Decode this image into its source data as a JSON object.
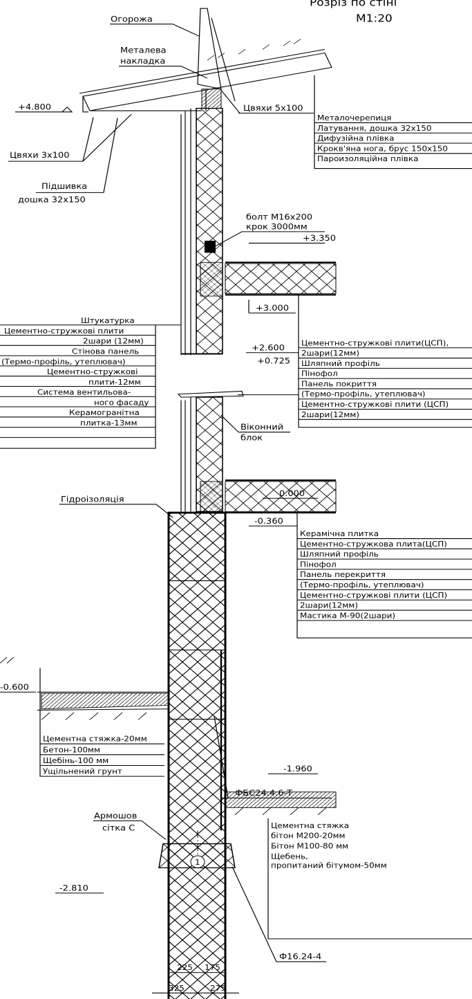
{
  "title": {
    "line1": "Розріз по стіні",
    "line2": "М1:20"
  },
  "roof_labels": {
    "fence": "Огорожа",
    "metal_cover_1": "Металева",
    "metal_cover_2": "накладка",
    "nails_5x100": "Цвяхи 5х100",
    "nails_3x100": "Цвяхи 3х100",
    "soffit_1": "Підшивка",
    "soffit_2": "дошка 32х150"
  },
  "levels": {
    "l4800": "+4.800",
    "l3350": "+3.350",
    "l3000": "+3.000",
    "l2600": "+2.600",
    "l0725": "+0.725",
    "l0000": "0.000",
    "lm0360": "-0.360",
    "lm0600": "-0.600",
    "lm1960": "-1.960",
    "lm2810": "-2.810"
  },
  "roof_layers": [
    "Металочерепиця",
    "Латування, дошка 32х150",
    "Дифузійна плівка",
    "Крокв'яна нога, брус 150х150",
    "Пароизоляційна плівка"
  ],
  "bolt": {
    "line1": "болт М16х200",
    "line2": "крок 3000мм"
  },
  "wall_layers": [
    "Штукатурка",
    "Цементно-стружкові плити",
    "2шари (12мм)",
    "Стінова панель",
    "(Термо-профіль, утеплювач)",
    "Цементно-стружкові",
    "плити-12мм",
    "Система вентильова-",
    "ного фасаду",
    "Керамогранітна",
    "плитка-13мм"
  ],
  "floor_layers_upper": [
    "Цементно-стружкові плити(ЦСП),",
    "2шари(12мм)",
    "Шляпний профіль",
    "Пінофол",
    "Панель покриття",
    "(Термо-профіль, утеплювач)",
    "Цементно-стружкові плити (ЦСП)",
    "2шари(12мм)"
  ],
  "window": {
    "line1": "Віконний",
    "line2": "блок"
  },
  "waterproofing": "Гідроізоляція",
  "floor_layers_ground": [
    "Керамічна плитка",
    "Цементно-стружкова плита(ЦСП)",
    "Шляпний профіль",
    "Пінофол",
    "Панель перекриття",
    "(Термо-профіль, утеплювач)",
    "Цементно-стружкові плити (ЦСП)",
    "2шари(12мм)",
    "Мастика М-90(2шари)"
  ],
  "blind_area_layers": [
    "Цементна стяжка-20мм",
    "Бетон-100мм",
    "Щебінь-100 мм",
    "Ущільнений грунт"
  ],
  "block_label": "ФБС24.4.6-Т",
  "mesh": {
    "line1": "Армошов",
    "line2": "сітка С"
  },
  "basement_layers": [
    "Цементна стяжка",
    "бітон М200-20мм",
    "Бітон М100-80 мм",
    "Щебень,",
    "пропитаний бітумом-50мм"
  ],
  "footing_label": "Ф16.24-4",
  "dims": {
    "a": "225",
    "b": "175",
    "c": "325",
    "d": "275"
  },
  "axis": "1"
}
